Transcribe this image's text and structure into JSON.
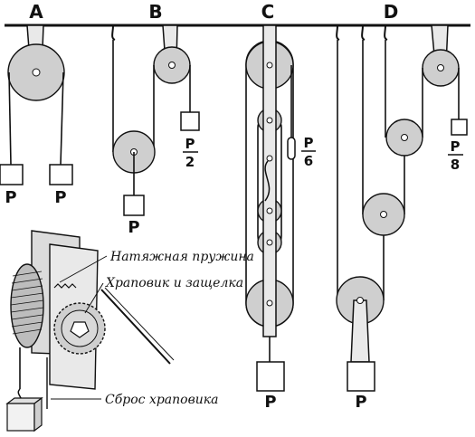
{
  "systems": {
    "a": {
      "label": "A",
      "weight_left": "P",
      "weight_right": "P"
    },
    "b": {
      "label": "B",
      "weight_main": "P",
      "counter_num": "P",
      "counter_den": "2"
    },
    "c": {
      "label": "C",
      "weight_main": "P",
      "counter_num": "P",
      "counter_den": "6"
    },
    "d": {
      "label": "D",
      "weight_main": "P",
      "counter_num": "P",
      "counter_den": "8"
    }
  },
  "ratchet": {
    "spring_label": "Натяжная пружина",
    "pawl_label": "Храповик и защелка",
    "release_label": "Сброс храповика"
  }
}
